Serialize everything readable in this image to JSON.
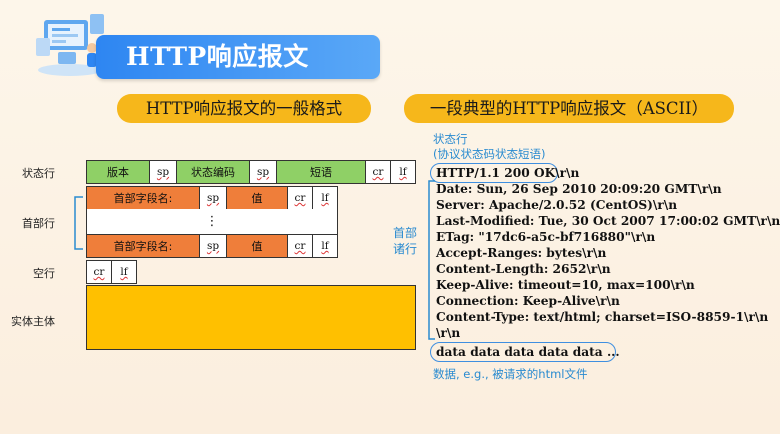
{
  "banner": {
    "title": "HTTP响应报文"
  },
  "left_section": {
    "heading": "HTTP响应报文的一般格式",
    "row_labels": {
      "status_line": "状态行",
      "header_lines": "首部行",
      "blank_line": "空行",
      "entity_body": "实体主体"
    },
    "status_row": {
      "version": "版本",
      "sp1": "sp",
      "status_code": "状态编码",
      "sp2": "sp",
      "phrase": "短语",
      "cr": "cr",
      "lf": "lf"
    },
    "header_row1": {
      "field_name": "首部字段名:",
      "sp": "sp",
      "value": "值",
      "cr": "cr",
      "lf": "lf"
    },
    "ellipsis": "⋮",
    "header_row2": {
      "field_name": "首部字段名:",
      "sp": "sp",
      "value": "值",
      "cr": "cr",
      "lf": "lf"
    },
    "blank_row": {
      "cr": "cr",
      "lf": "lf"
    }
  },
  "right_section": {
    "heading": "一段典型的HTTP响应报文（ASCII）",
    "status_note_title": "状态行",
    "status_note_sub": "(协议状态码状态短语)",
    "status_line": "HTTP/1.1 200 OK\\r\\n",
    "header_note_1": "首部",
    "header_note_2": "诸行",
    "headers": [
      "Date: Sun, 26 Sep 2010 20:09:20 GMT\\r\\n",
      "Server: Apache/2.0.52 (CentOS)\\r\\n",
      "Last-Modified: Tue, 30 Oct 2007 17:00:02 GMT\\r\\n",
      "ETag: \"17dc6-a5c-bf716880\"\\r\\n",
      "Accept-Ranges: bytes\\r\\n",
      "Content-Length: 2652\\r\\n",
      "Keep-Alive: timeout=10, max=100\\r\\n",
      "Connection: Keep-Alive\\r\\n",
      "Content-Type: text/html; charset=ISO-8859-1\\r\\n",
      "\\r\\n"
    ],
    "body_line": "data data data data data ...",
    "body_note": "数据, e.g., 被请求的html文件"
  },
  "colors": {
    "banner": "#2e86f2",
    "pill": "#f6b71b",
    "green": "#8fd066",
    "orange": "#ef7e3a",
    "body": "#ffc000",
    "bracket": "#2a8bd0"
  }
}
